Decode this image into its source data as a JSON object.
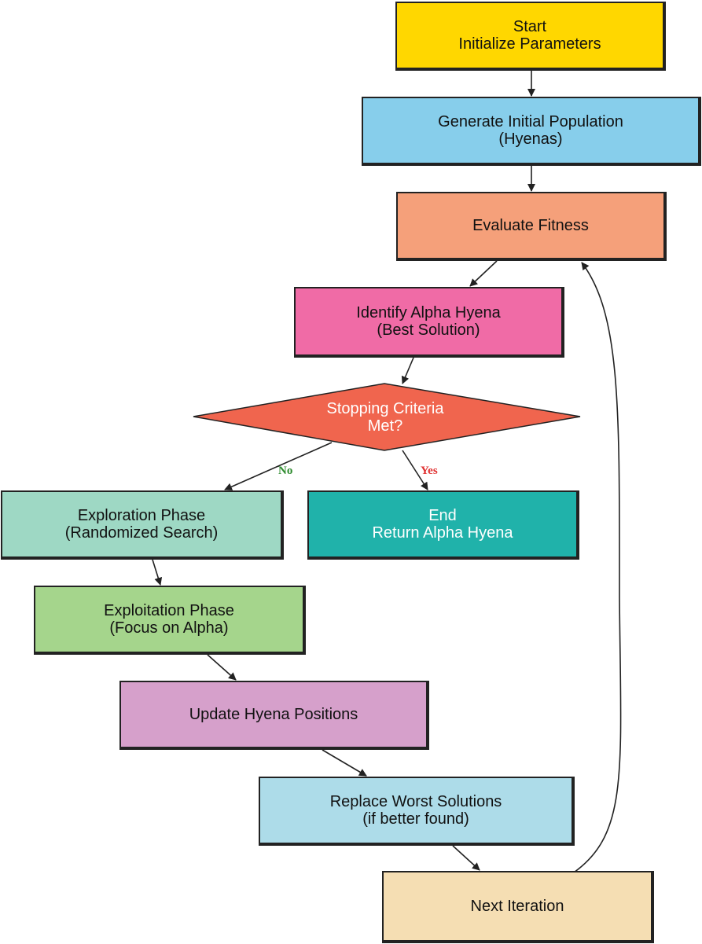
{
  "colors": {
    "start": "#FFD700",
    "generate": "#87CEEB",
    "evaluate": "#F5A07A",
    "identify": "#F06BA6",
    "decision": "#F0654E",
    "exploration": "#9ED8C4",
    "end": "#20B2AA",
    "exploitation": "#A5D58C",
    "update": "#D6A0CB",
    "replace": "#ADDCE9",
    "next": "#F5DEB3",
    "label_no": "#2E8B2E",
    "label_yes": "#E03030",
    "arrow": "#222222"
  },
  "nodes": {
    "start": {
      "line1": "Start",
      "line2": "Initialize Parameters"
    },
    "generate": {
      "line1": "Generate Initial Population",
      "line2": "(Hyenas)"
    },
    "evaluate": {
      "line1": "Evaluate Fitness"
    },
    "identify": {
      "line1": "Identify Alpha Hyena",
      "line2": "(Best Solution)"
    },
    "decision": {
      "line1": "Stopping Criteria",
      "line2": "Met?"
    },
    "exploration": {
      "line1": "Exploration Phase",
      "line2": "(Randomized Search)"
    },
    "end": {
      "line1": "End",
      "line2": "Return Alpha Hyena"
    },
    "exploitation": {
      "line1": "Exploitation Phase",
      "line2": "(Focus on Alpha)"
    },
    "update": {
      "line1": "Update Hyena Positions"
    },
    "replace": {
      "line1": "Replace Worst Solutions",
      "line2": "(if better found)"
    },
    "next": {
      "line1": "Next Iteration"
    }
  },
  "edge_labels": {
    "no": "No",
    "yes": "Yes"
  }
}
